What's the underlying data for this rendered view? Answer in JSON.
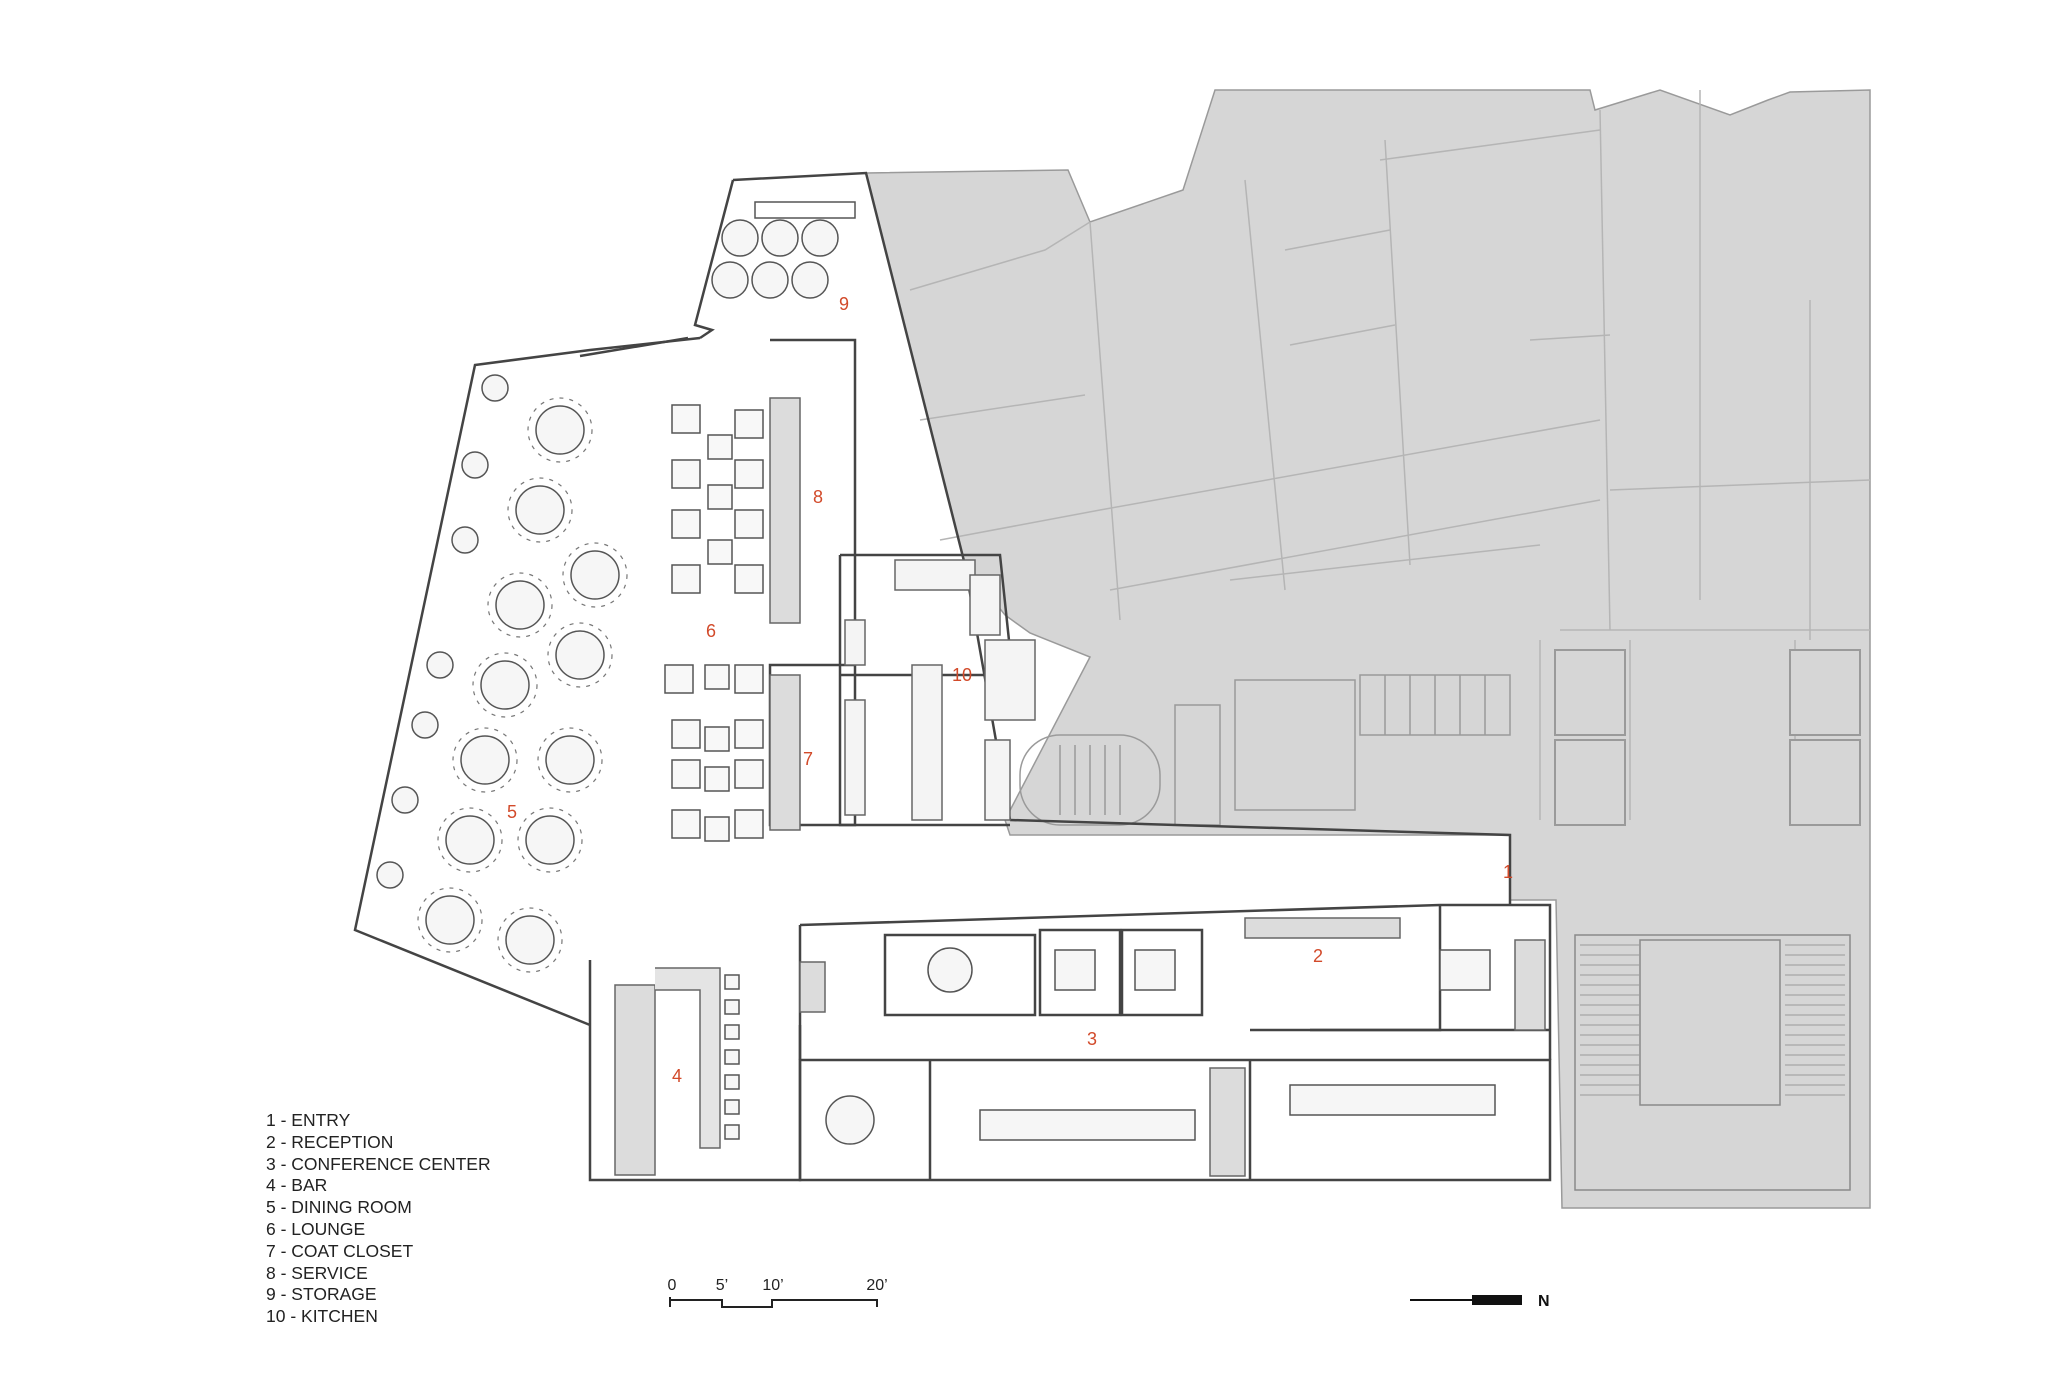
{
  "room_labels": {
    "r1": "1",
    "r2": "2",
    "r3": "3",
    "r4": "4",
    "r5": "5",
    "r6": "6",
    "r7": "7",
    "r8": "8",
    "r9": "9",
    "r10": "10"
  },
  "legend": [
    "1 - ENTRY",
    "2 - RECEPTION",
    "3 - CONFERENCE CENTER",
    "4 - BAR",
    "5 - DINING ROOM",
    "6 - LOUNGE",
    "7 - COAT CLOSET",
    "8 - SERVICE",
    "9 - STORAGE",
    "10 - KITCHEN"
  ],
  "scale_bar": {
    "t0": "0",
    "t5": "5’",
    "t10": "10’",
    "t20": "20’"
  },
  "north_label": "N",
  "colors": {
    "wall": "#444444",
    "existing_building": "#d6d6d6",
    "room_label": "#d24a2a",
    "text": "#222222"
  }
}
